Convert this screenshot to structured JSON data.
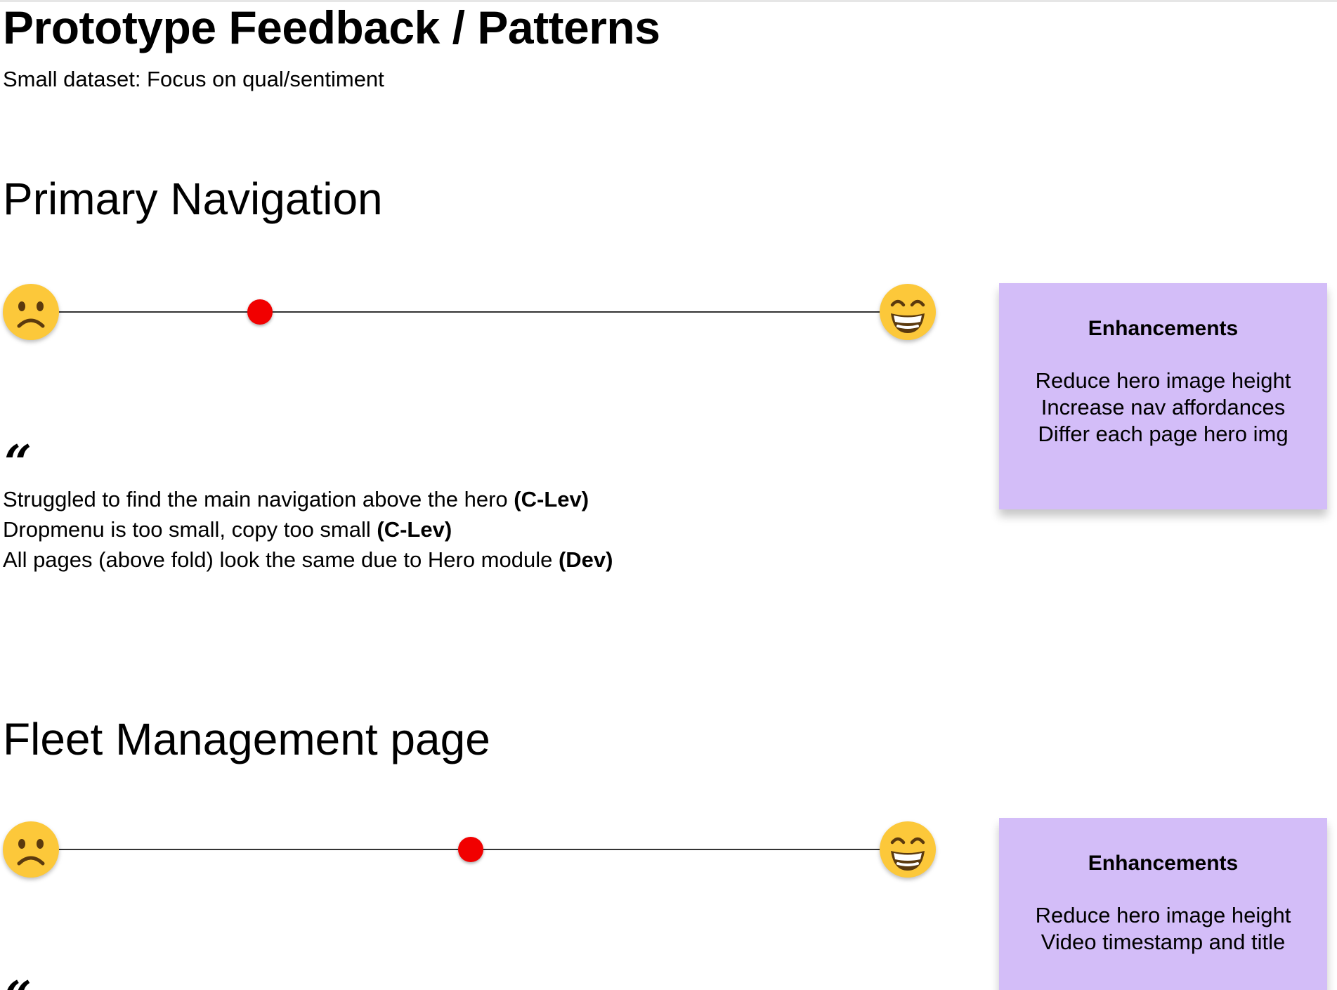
{
  "page": {
    "title": "Prototype Feedback / Patterns",
    "subtitle": "Small dataset: Focus on qual/sentiment"
  },
  "sections": [
    {
      "heading": "Primary Navigation",
      "sentiment": {
        "value": 0.25,
        "low_icon": "sad-face-icon",
        "high_icon": "grinning-face-icon"
      },
      "quote_mark": "“",
      "quotes": [
        {
          "text": "Struggled to find the main navigation above the hero",
          "source": "(C-Lev)"
        },
        {
          "text": "Dropmenu is too small, copy too small",
          "source": "(C-Lev)"
        },
        {
          "text": "All pages (above fold) look the same due to Hero module",
          "source": "(Dev)"
        }
      ],
      "enhancements": {
        "title": "Enhancements",
        "items": [
          "Reduce hero image height",
          "Increase nav affordances",
          "Differ each page hero img"
        ]
      }
    },
    {
      "heading": "Fleet Management page",
      "sentiment": {
        "value": 0.5,
        "low_icon": "sad-face-icon",
        "high_icon": "grinning-face-icon"
      },
      "quote_mark": "“",
      "enhancements": {
        "title": "Enhancements",
        "items": [
          "Reduce hero image height",
          "Video timestamp and title"
        ]
      }
    }
  ],
  "colors": {
    "sticky_note": "#d3bdf8",
    "slider_thumb": "#f10000",
    "emoji_face": "#fcc83a"
  }
}
